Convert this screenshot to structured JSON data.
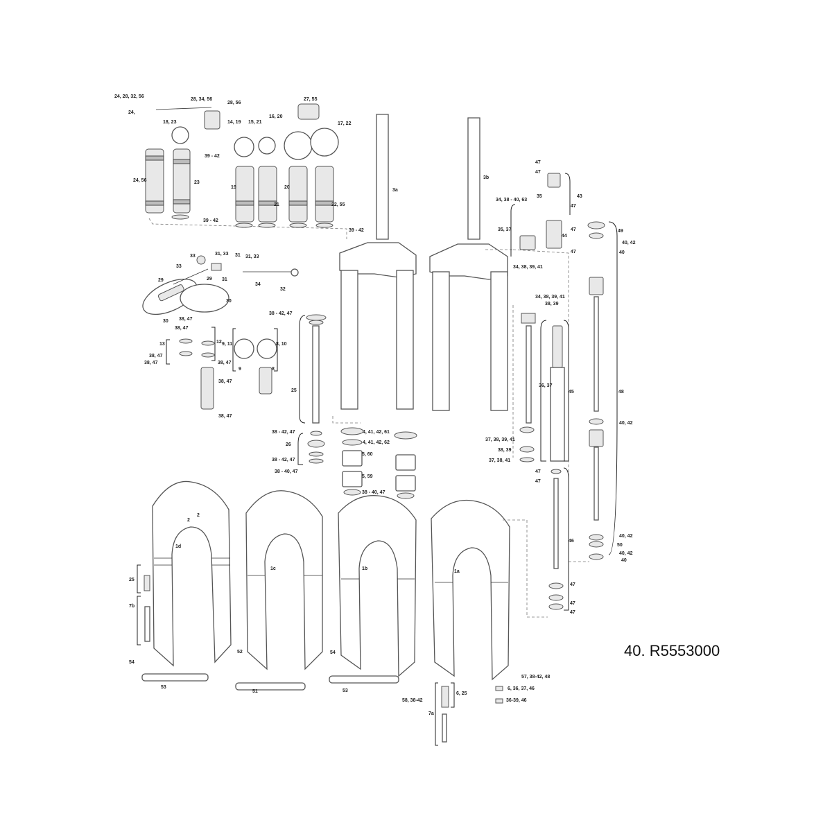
{
  "diagram": {
    "part_number": "40. R5553000",
    "labels": [
      "24, 28, 32, 56",
      "28, 34, 56",
      "28, 56",
      "24,",
      "18, 23",
      "14, 19",
      "15, 21",
      "16, 20",
      "27, 55",
      "17, 22",
      "39 - 42",
      "24, 56",
      "23",
      "19",
      "21",
      "20",
      "22, 55",
      "39 - 42",
      "39 - 42",
      "3a",
      "3b",
      "47",
      "47",
      "35",
      "43",
      "47",
      "34, 38 - 40, 63",
      "35, 37",
      "47",
      "44",
      "47",
      "34, 38, 39, 41",
      "49",
      "40, 42",
      "40",
      "33",
      "31, 33",
      "31",
      "31, 33",
      "33",
      "29",
      "31",
      "34",
      "32",
      "29",
      "30",
      "30",
      "38, 47",
      "38, 47",
      "13",
      "12",
      "38, 47",
      "38, 47",
      "38, 47",
      "9, 11",
      "8, 10",
      "9",
      "8",
      "38, 47",
      "38, 47",
      "38 - 42, 47",
      "25",
      "34, 38, 39, 41",
      "38, 39",
      "36, 37",
      "45",
      "48",
      "4, 41, 42, 61",
      "38 - 42, 47",
      "4, 41, 42, 62",
      "26",
      "5, 60",
      "38 - 42, 47",
      "38 - 40, 47",
      "5, 59",
      "38 - 40, 47",
      "37, 38, 39, 41",
      "38, 39",
      "37, 38, 41",
      "40, 42",
      "47",
      "47",
      "2",
      "2",
      "1d",
      "1c",
      "1b",
      "1a",
      "46",
      "40, 42",
      "50",
      "40, 42",
      "40",
      "25",
      "7b",
      "47",
      "47",
      "47",
      "54",
      "52",
      "54",
      "53",
      "51",
      "53",
      "57, 38-42, 48",
      "6, 36, 37, 46",
      "36-39, 46",
      "58, 38-42",
      "6, 25",
      "7a"
    ]
  }
}
